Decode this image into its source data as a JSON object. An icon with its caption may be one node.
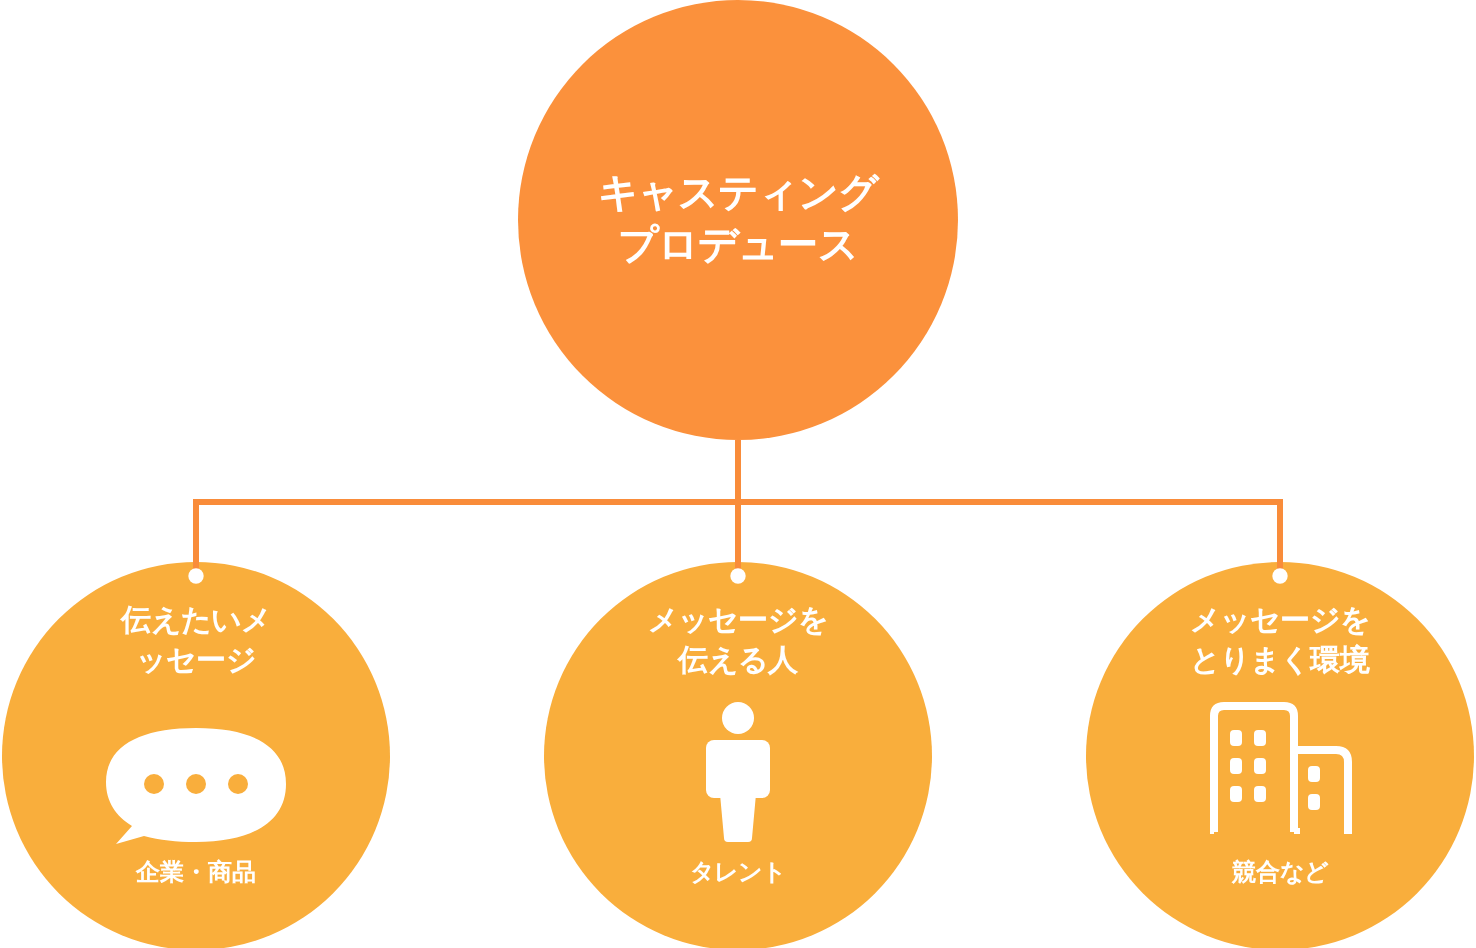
{
  "diagram": {
    "nodes": [
      {
        "text": [
          "キャスティングプロデュース"
        ]
      },
      {
        "text": [
          "伝えたいメッセージ",
          "企業・商品"
        ]
      },
      {
        "text": [
          "メッセージを伝える人",
          "タレント"
        ]
      },
      {
        "text": [
          "メッセージをとりまく環境",
          "競合など"
        ]
      }
    ],
    "edges": [
      {
        "from": 0,
        "to": 1,
        "arrow": "other"
      },
      {
        "from": 0,
        "to": 2,
        "arrow": "other"
      },
      {
        "from": 0,
        "to": 3,
        "arrow": "other"
      }
    ]
  }
}
